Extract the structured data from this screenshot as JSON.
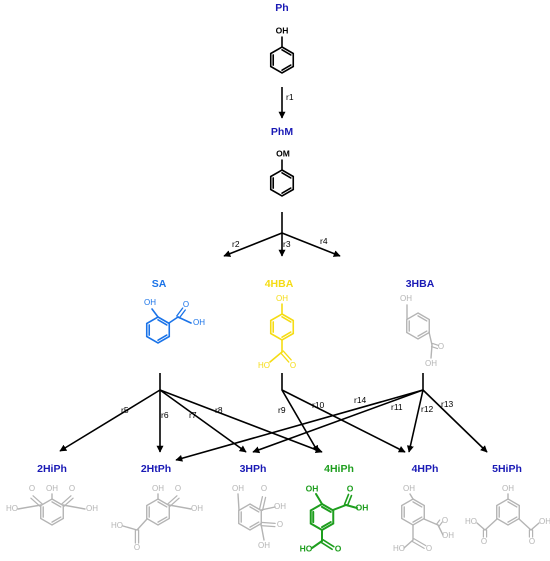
{
  "colors": {
    "blue_label": "#1a1ab5",
    "sa_blue": "#1a73e8",
    "yellow": "#f5dc14",
    "gray": "#b4b4b4",
    "green": "#1e9e1e",
    "black": "#000000"
  },
  "compounds": {
    "Ph": {
      "label": "Ph",
      "oh": "OH"
    },
    "PhM": {
      "label": "PhM",
      "oh": "OM"
    },
    "SA": {
      "label": "SA",
      "oh": "OH",
      "cooh": "OH",
      "o": "O"
    },
    "HBA4": {
      "label": "4HBA",
      "oh": "OH",
      "cooh": "HO",
      "o": "O"
    },
    "HBA3": {
      "label": "3HBA",
      "oh": "OH",
      "cooh": "OH",
      "o": "O"
    },
    "HiPh2": {
      "label": "2HiPh",
      "oh": "OH",
      "c1": "HO",
      "c2": "OH",
      "o": "O"
    },
    "HtPh2": {
      "label": "2HtPh",
      "oh": "OH",
      "c1": "OH",
      "c2": "HO",
      "o": "O"
    },
    "HPh3": {
      "label": "3HPh",
      "oh": "OH",
      "c1": "OH",
      "c2": "OH",
      "o": "O"
    },
    "HiPh4": {
      "label": "4HiPh",
      "oh": "OH",
      "c1": "OH",
      "c2": "HO",
      "o": "O"
    },
    "HPh4": {
      "label": "4HPh",
      "oh": "OH",
      "c1": "OH",
      "c2": "HO",
      "o": "O"
    },
    "HiPh5": {
      "label": "5HiPh",
      "oh": "OH",
      "c1": "HO",
      "c2": "OH",
      "o": "O"
    }
  },
  "reactions": {
    "r1": "r1",
    "r2": "r2",
    "r3": "r3",
    "r4": "r4",
    "r5": "r5",
    "r6": "r6",
    "r7": "r7",
    "r8": "r8",
    "r9": "r9",
    "r10": "r10",
    "r11": "r11",
    "r12": "r12",
    "r13": "r13",
    "r14": "r14"
  }
}
